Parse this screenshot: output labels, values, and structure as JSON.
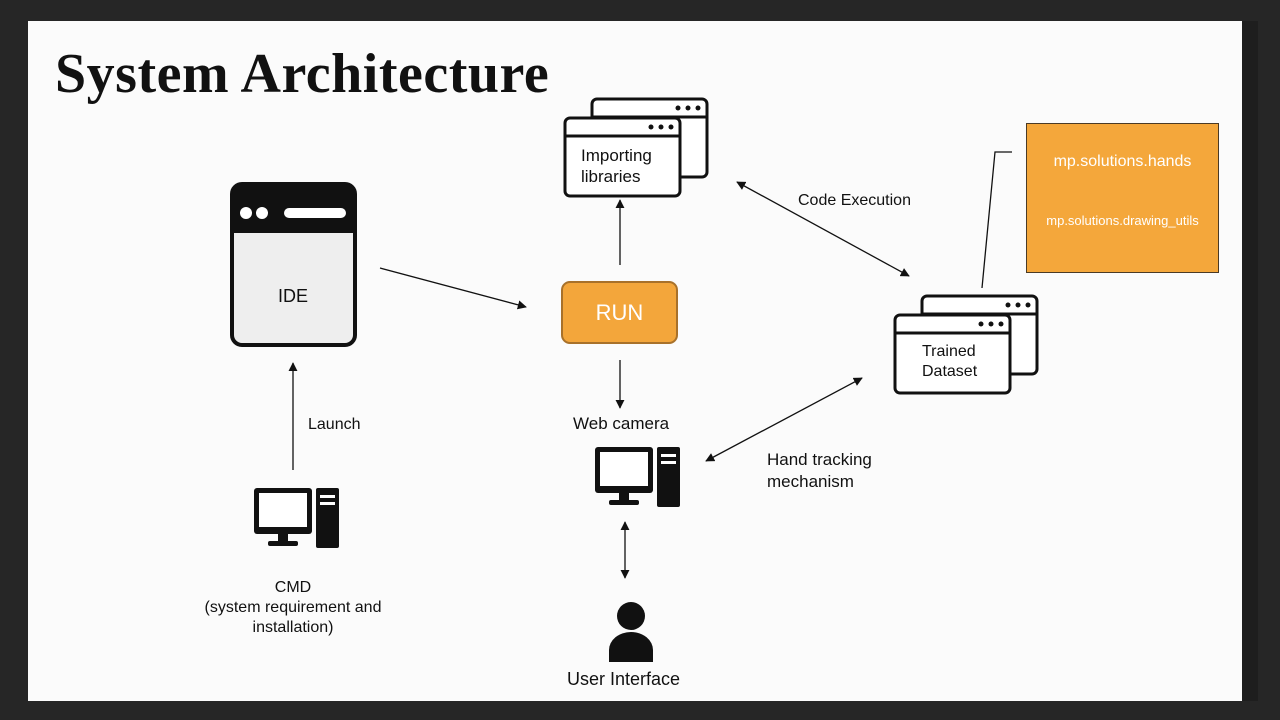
{
  "slide": {
    "title": "System Architecture"
  },
  "nodes": {
    "ide": "IDE",
    "libraries_line1": "Importing",
    "libraries_line2": "libraries",
    "run": "RUN",
    "dataset_line1": "Trained",
    "dataset_line2": "Dataset",
    "webcam": "Web camera",
    "cmd_line1": "CMD",
    "cmd_line2": "(system requirement and",
    "cmd_line3": "installation)",
    "user": "User Interface"
  },
  "edges": {
    "launch": "Launch",
    "code_execution": "Code Execution",
    "hand_tracking_line1": "Hand tracking",
    "hand_tracking_line2": "mechanism"
  },
  "modules": {
    "hands": "mp.solutions.hands",
    "drawing_utils": "mp.solutions.drawing_utils"
  },
  "colors": {
    "accent_orange": "#f3a63b",
    "background": "#fbfbfb"
  }
}
